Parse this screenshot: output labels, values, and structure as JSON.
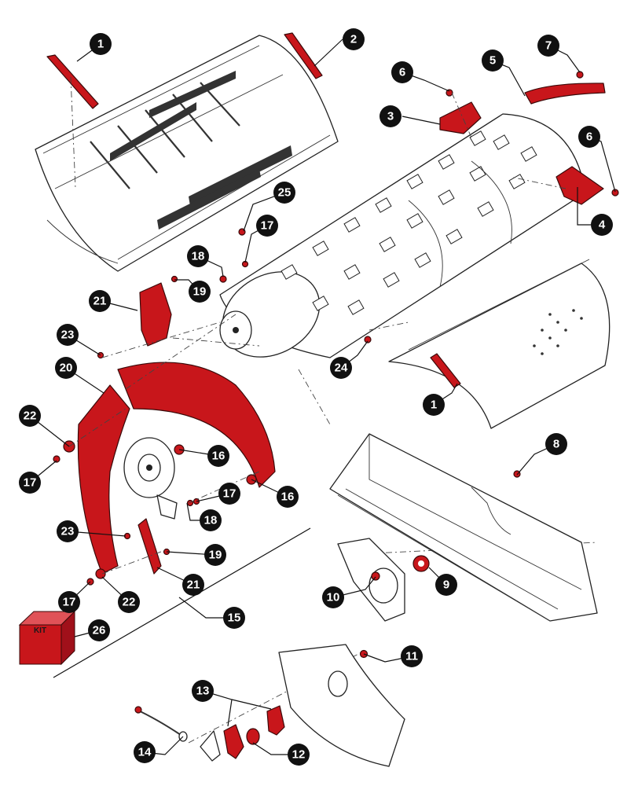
{
  "diagram": {
    "kit_label": "KIT",
    "callouts": [
      "1",
      "2",
      "3",
      "4",
      "5",
      "6",
      "7",
      "6",
      "25",
      "17",
      "18",
      "19",
      "21",
      "23",
      "20",
      "22",
      "17",
      "16",
      "16",
      "17",
      "18",
      "23",
      "19",
      "21",
      "17",
      "22",
      "15",
      "26",
      "24",
      "1",
      "8",
      "9",
      "10",
      "11",
      "13",
      "14",
      "12"
    ]
  },
  "colors": {
    "highlight": "#c8161b",
    "callout": "#111111",
    "outline": "#222222"
  }
}
